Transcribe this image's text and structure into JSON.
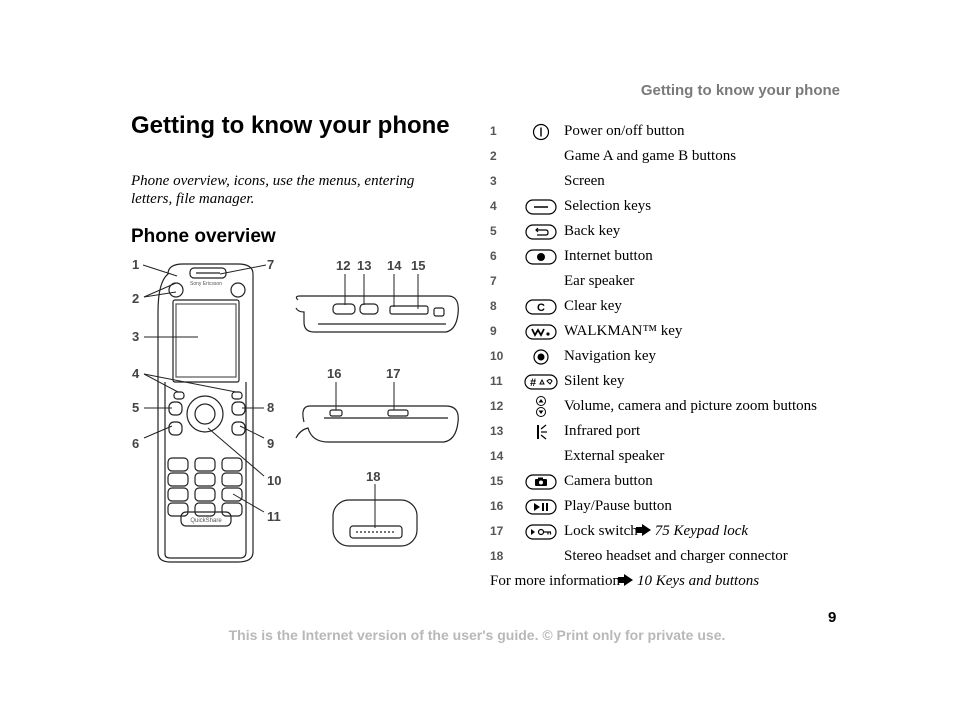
{
  "header": {
    "running_title": "Getting to know your phone"
  },
  "page": {
    "title": "Getting to know your phone",
    "subtitle": "Phone overview, icons, use the menus, entering letters, file manager.",
    "section_title": "Phone overview",
    "page_number": "9",
    "footer": "This is the Internet version of the user's guide. © Print only for private use."
  },
  "figure": {
    "brand_text": "Sony Ericsson",
    "quickshare_text": "QuickShare",
    "callouts_left": [
      "1",
      "2",
      "3",
      "4",
      "5",
      "6"
    ],
    "callouts_right": [
      "7",
      "8",
      "9",
      "10",
      "11"
    ],
    "callouts_side": [
      "12",
      "13",
      "14",
      "15"
    ],
    "callouts_bottom_side": [
      "16",
      "17"
    ],
    "callout_bottom": "18"
  },
  "keys": [
    {
      "num": "1",
      "icon": "power-icon",
      "label": "Power on/off button"
    },
    {
      "num": "2",
      "icon": "",
      "label": "Game A and game B buttons"
    },
    {
      "num": "3",
      "icon": "",
      "label": "Screen"
    },
    {
      "num": "4",
      "icon": "selection-key-icon",
      "label": "Selection keys"
    },
    {
      "num": "5",
      "icon": "back-key-icon",
      "label": "Back key"
    },
    {
      "num": "6",
      "icon": "internet-key-icon",
      "label": "Internet button"
    },
    {
      "num": "7",
      "icon": "",
      "label": "Ear speaker"
    },
    {
      "num": "8",
      "icon": "clear-key-icon",
      "label": "Clear key",
      "icon_text": "C"
    },
    {
      "num": "9",
      "icon": "walkman-key-icon",
      "label": "WALKMAN™ key"
    },
    {
      "num": "10",
      "icon": "navigation-key-icon",
      "label": "Navigation key"
    },
    {
      "num": "11",
      "icon": "silent-key-icon",
      "label": "Silent key",
      "icon_text": "#"
    },
    {
      "num": "12",
      "icon": "volume-buttons-icon",
      "label": "Volume, camera and picture zoom buttons"
    },
    {
      "num": "13",
      "icon": "infrared-port-icon",
      "label": "Infrared port"
    },
    {
      "num": "14",
      "icon": "",
      "label": "External speaker"
    },
    {
      "num": "15",
      "icon": "camera-button-icon",
      "label": "Camera button"
    },
    {
      "num": "16",
      "icon": "play-pause-icon",
      "label": "Play/Pause button"
    },
    {
      "num": "17",
      "icon": "lock-switch-icon",
      "label": "Lock switch",
      "ref": "75 Keypad lock"
    },
    {
      "num": "18",
      "icon": "",
      "label": "Stereo headset and charger connector"
    }
  ],
  "more_info": {
    "text": "For more information",
    "ref": "10 Keys and buttons"
  }
}
